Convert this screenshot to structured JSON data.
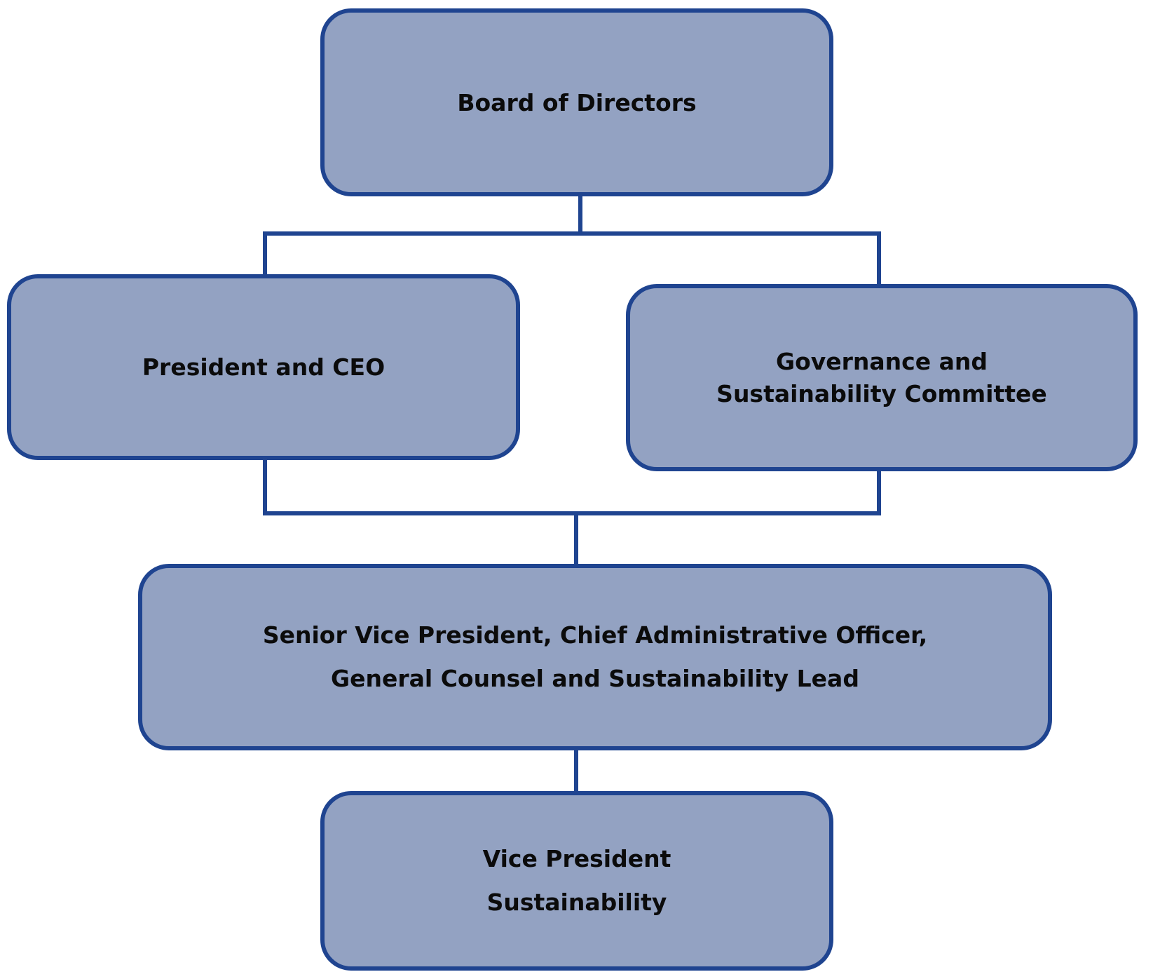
{
  "diagram": {
    "type": "org-chart",
    "colors": {
      "box_fill": "#93a2c2",
      "box_border": "#1f4490",
      "connector": "#1f4490",
      "text": "#0b0b0b",
      "background": "#ffffff"
    },
    "nodes": {
      "board": {
        "label": "Board of Directors"
      },
      "ceo": {
        "label": "President and CEO"
      },
      "committee": {
        "line1": "Governance and",
        "line2": "Sustainability Committee"
      },
      "svp": {
        "line1": "Senior Vice President, Chief Administrative Officer,",
        "line2": "General Counsel and Sustainability Lead"
      },
      "vp": {
        "line1": "Vice President",
        "line2": "Sustainability"
      }
    },
    "edges": [
      {
        "from": "Board of Directors",
        "to": "President and CEO"
      },
      {
        "from": "Board of Directors",
        "to": "Governance and Sustainability Committee"
      },
      {
        "from": "President and CEO",
        "to": "Senior Vice President, Chief Administrative Officer, General Counsel and Sustainability Lead"
      },
      {
        "from": "Governance and Sustainability Committee",
        "to": "Senior Vice President, Chief Administrative Officer, General Counsel and Sustainability Lead"
      },
      {
        "from": "Senior Vice President, Chief Administrative Officer, General Counsel and Sustainability Lead",
        "to": "Vice President Sustainability"
      }
    ]
  }
}
